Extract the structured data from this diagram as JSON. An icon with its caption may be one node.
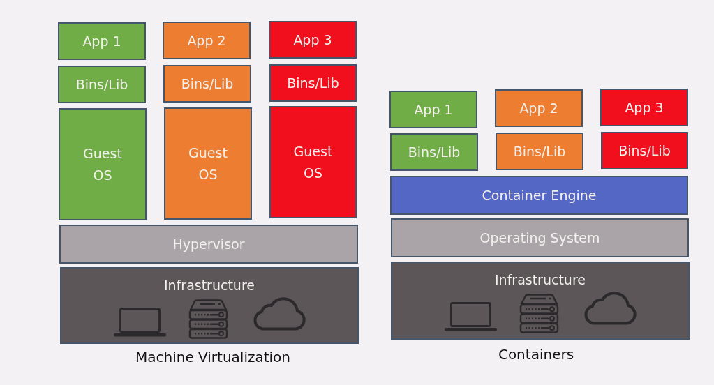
{
  "diagram": {
    "nodes": [
      {
        "text": [
          "App 1"
        ]
      },
      {
        "text": [
          "App 2"
        ]
      },
      {
        "text": [
          "App 3"
        ]
      },
      {
        "text": [
          "Bins/Lib"
        ]
      },
      {
        "text": [
          "Bins/Lib"
        ]
      },
      {
        "text": [
          "Bins/Lib"
        ]
      },
      {
        "text": [
          "Guest OS"
        ]
      },
      {
        "text": [
          "Guest OS"
        ]
      },
      {
        "text": [
          "Guest OS"
        ]
      },
      {
        "text": [
          "Hypervisor"
        ]
      },
      {
        "text": [
          "Infrastructure"
        ]
      },
      {
        "text": [
          "App 1"
        ]
      },
      {
        "text": [
          "App 2"
        ]
      },
      {
        "text": [
          "App 3"
        ]
      },
      {
        "text": [
          "Bins/Lib"
        ]
      },
      {
        "text": [
          "Bins/Lib"
        ]
      },
      {
        "text": [
          "Bins/Lib"
        ]
      },
      {
        "text": [
          "Container Engine"
        ]
      },
      {
        "text": [
          "Operating System"
        ]
      },
      {
        "text": [
          "Infrastructure"
        ]
      }
    ],
    "labels": [
      "Machine Virtualization",
      "Containers"
    ]
  }
}
